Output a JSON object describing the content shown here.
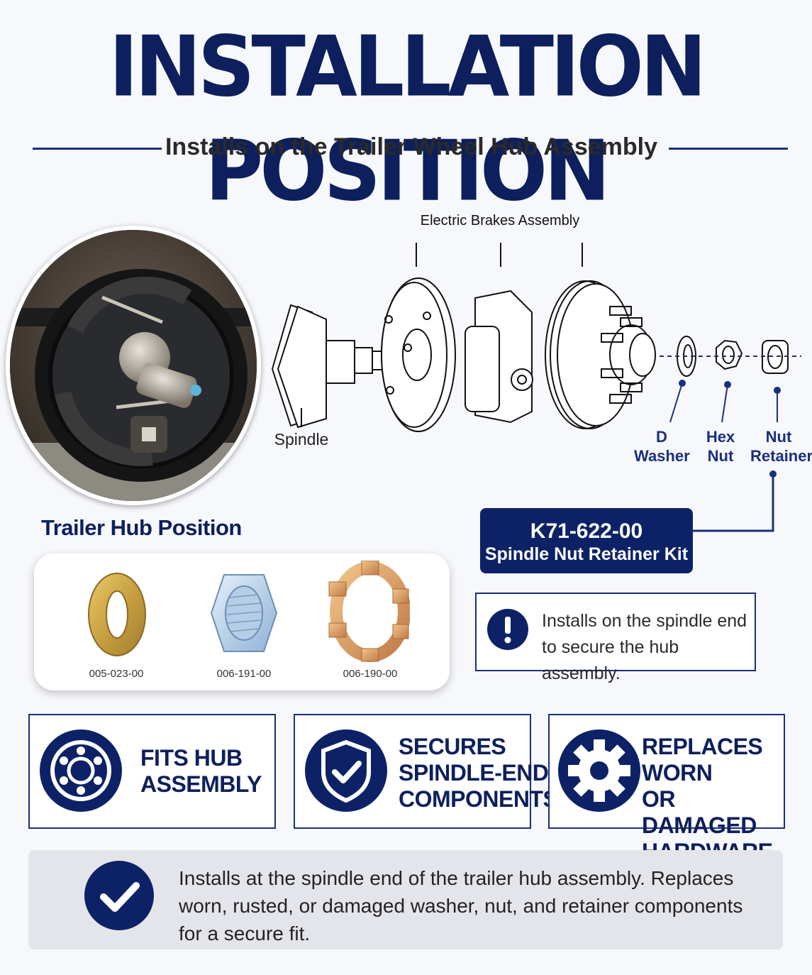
{
  "header": {
    "title": "INSTALLATION POSITION",
    "subtitle": "Installs on the Trailer Wheel Hub Assembly"
  },
  "diagram": {
    "brakes_label": "Electric Brakes Assembly",
    "spindle_label": "Spindle",
    "d_washer_line1": "D",
    "d_washer_line2": "Washer",
    "hex_nut_line1": "Hex",
    "hex_nut_line2": "Nut",
    "nut_retainer_line1": "Nut",
    "nut_retainer_line2": "Retainer"
  },
  "kit": {
    "code": "K71-622-00",
    "name": "Spindle Nut Retainer Kit"
  },
  "note": {
    "text": "Installs on the spindle end to secure the hub assembly."
  },
  "hub_position": {
    "heading": "Trailer Hub Position"
  },
  "parts": [
    {
      "part_number": "005-023-00"
    },
    {
      "part_number": "006-191-00"
    },
    {
      "part_number": "006-190-00"
    }
  ],
  "features": [
    {
      "line1": "FITS HUB",
      "line2": "ASSEMBLY",
      "icon": "hub-icon"
    },
    {
      "line1": "SECURES",
      "line2": "SPINDLE-END",
      "line3": "COMPONENTS",
      "icon": "shield-check-icon"
    },
    {
      "line1": "REPLACES WORN",
      "line2": "OR DAMAGED",
      "line3": "HARDWARE",
      "icon": "gear-icon"
    }
  ],
  "bottom": {
    "text": "Installs at the spindle end of the trailer hub assembly. Replaces worn, rusted, or damaged washer, nut, and retainer components for a secure fit.",
    "icon": "check-circle-icon"
  },
  "colors": {
    "navy": "#0d1f5c",
    "accent_blue": "#1a2f80",
    "panel_gray": "#e4e5ea"
  }
}
